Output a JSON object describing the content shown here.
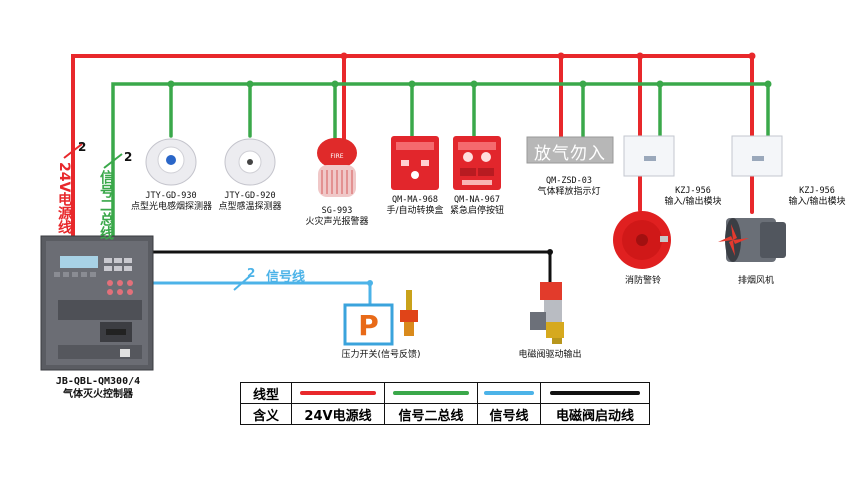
{
  "colors": {
    "power": "#e8282b",
    "bus": "#3aa84a",
    "signal": "#4cb3e8",
    "valve": "#111111"
  },
  "wire_labels": {
    "power_vertical": "24V电源线",
    "bus_vertical": "信号二总线",
    "signal_horizontal": "信号线",
    "power_count": "2",
    "bus_count": "2",
    "signal_count": "2"
  },
  "controller": {
    "model": "JB-QBL-QM300/4",
    "name": "气体灭火控制器"
  },
  "devices": {
    "smoke_detector": {
      "code": "JTY-GD-930",
      "name": "点型光电感烟探测器"
    },
    "heat_detector": {
      "code": "JTY-GD-920",
      "name": "点型感温探测器"
    },
    "alarm": {
      "code": "SG-993",
      "name": "火灾声光报警器",
      "badge": "FIRE"
    },
    "manual_switch": {
      "code": "QM-MA-968",
      "name": "手/自动转换盒"
    },
    "emergency_button": {
      "code": "QM-NA-967",
      "name": "紧急启停按钮"
    },
    "release_light": {
      "code": "QM-ZSD-03",
      "name": "气体释放指示灯",
      "text": "放气勿入"
    },
    "io_module_1": {
      "code": "KZJ-956",
      "name": "输入/输出模块"
    },
    "io_module_2": {
      "code": "KZJ-956",
      "name": "输入/输出模块"
    },
    "fire_bell": {
      "name": "消防警铃"
    },
    "exhaust_fan": {
      "name": "排烟风机"
    },
    "pressure_switch": {
      "name": "压力开关(信号反馈)",
      "symbol": "P"
    },
    "solenoid_valve": {
      "name": "电磁阀驱动输出"
    }
  },
  "legend": {
    "row1_header": "线型",
    "row2_header": "含义",
    "items": [
      "24V电源线",
      "信号二总线",
      "信号线",
      "电磁阀启动线"
    ]
  }
}
